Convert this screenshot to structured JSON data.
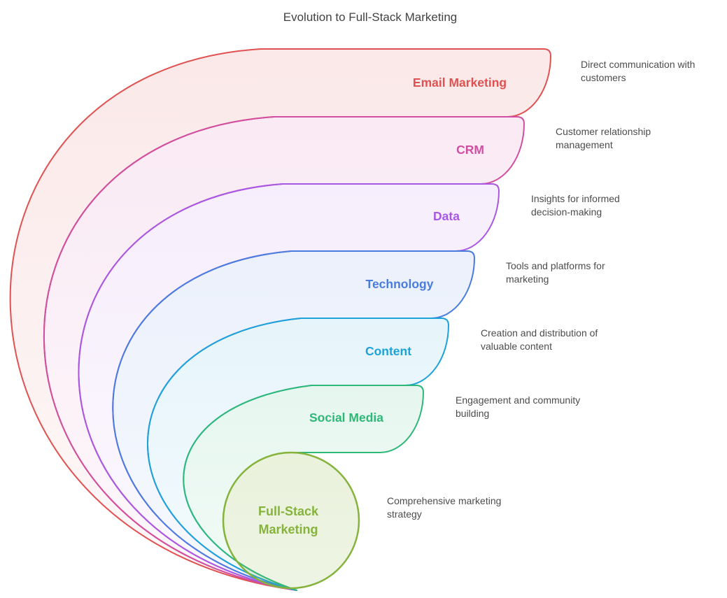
{
  "title": "Evolution to Full-Stack Marketing",
  "layers": [
    {
      "label": "Email Marketing",
      "desc": [
        "Direct communication with",
        "customers"
      ],
      "color": "#e05252"
    },
    {
      "label": "CRM",
      "desc": [
        "Customer relationship",
        "management"
      ],
      "color": "#d14fa3"
    },
    {
      "label": "Data",
      "desc": [
        "Insights for informed",
        "decision-making"
      ],
      "color": "#a958e3"
    },
    {
      "label": "Technology",
      "desc": [
        "Tools and platforms for",
        "marketing"
      ],
      "color": "#4a7ce0"
    },
    {
      "label": "Content",
      "desc": [
        "Creation and distribution of",
        "valuable content"
      ],
      "color": "#1ea2da"
    },
    {
      "label": "Social Media",
      "desc": [
        "Engagement and community",
        "building"
      ],
      "color": "#2eb878"
    }
  ],
  "center": {
    "label": [
      "Full-Stack",
      "Marketing"
    ],
    "desc": [
      "Comprehensive marketing",
      "strategy"
    ],
    "color": "#86b33c"
  },
  "text_colors": {
    "title": "#424242",
    "description": "#4c4c4c"
  }
}
